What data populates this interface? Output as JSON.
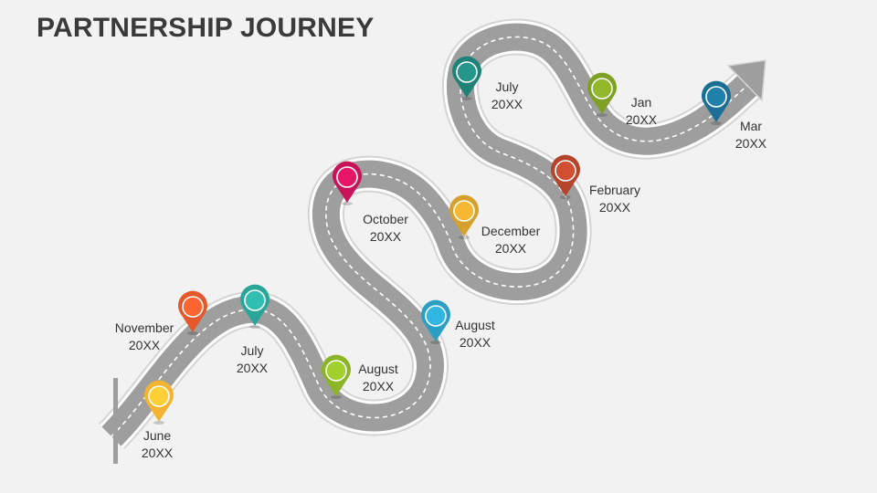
{
  "title": "PARTNERSHIP JOURNEY",
  "milestones": [
    {
      "month": "June",
      "year": "20XX",
      "color": "#f3b431"
    },
    {
      "month": "November",
      "year": "20XX",
      "color": "#e4582b"
    },
    {
      "month": "July",
      "year": "20XX",
      "color": "#2aa59a"
    },
    {
      "month": "August",
      "year": "20XX",
      "color": "#8bb526"
    },
    {
      "month": "August",
      "year": "20XX",
      "color": "#2b9ec4"
    },
    {
      "month": "October",
      "year": "20XX",
      "color": "#c8135a"
    },
    {
      "month": "December",
      "year": "20XX",
      "color": "#d6a02c"
    },
    {
      "month": "February",
      "year": "20XX",
      "color": "#b4452a"
    },
    {
      "month": "July",
      "year": "20XX",
      "color": "#1f8278"
    },
    {
      "month": "Jan",
      "year": "20XX",
      "color": "#7ea125"
    },
    {
      "month": "Mar",
      "year": "20XX",
      "color": "#1b6f94"
    }
  ],
  "icons": {
    "pin": "map-pin-icon",
    "arrow": "arrow-head-icon"
  }
}
